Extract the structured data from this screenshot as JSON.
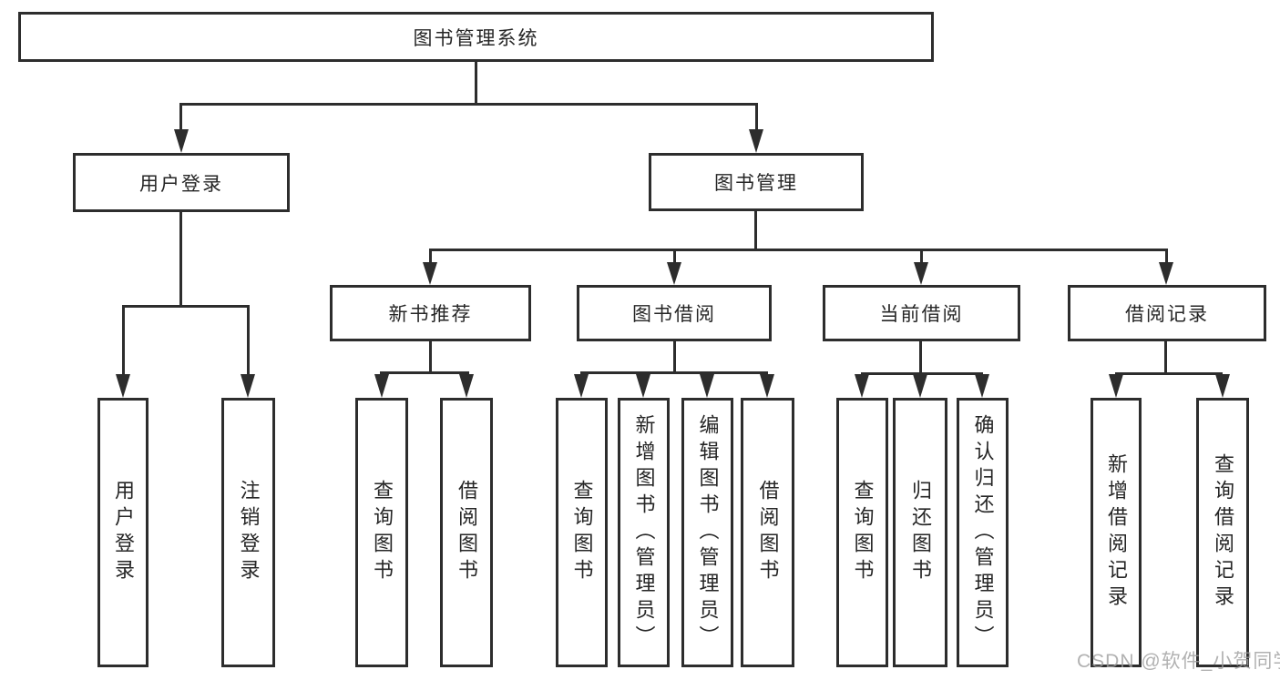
{
  "diagram_title": "图书管理系统",
  "colors": {
    "line": "#2d2d2d",
    "text": "#262626",
    "box_background": "#ffffff",
    "watermark": "#9e9e9e"
  },
  "watermark": {
    "text": "CSDN @软件_小贺同学"
  },
  "tree": {
    "label": "图书管理系统",
    "children": [
      {
        "label": "用户登录",
        "children": [
          {
            "label": "用户登录"
          },
          {
            "label": "注销登录"
          }
        ]
      },
      {
        "label": "图书管理",
        "children": [
          {
            "label": "新书推荐",
            "children": [
              {
                "label": "查询图书"
              },
              {
                "label": "借阅图书"
              }
            ]
          },
          {
            "label": "图书借阅",
            "children": [
              {
                "label": "查询图书"
              },
              {
                "label": "新增图书（管理员）"
              },
              {
                "label": "编辑图书（管理员）"
              },
              {
                "label": "借阅图书"
              }
            ]
          },
          {
            "label": "当前借阅",
            "children": [
              {
                "label": "查询图书"
              },
              {
                "label": "归还图书"
              },
              {
                "label": "确认归还（管理员）"
              }
            ]
          },
          {
            "label": "借阅记录",
            "children": [
              {
                "label": "新增借阅记录"
              },
              {
                "label": "查询借阅记录"
              }
            ]
          }
        ]
      }
    ]
  }
}
